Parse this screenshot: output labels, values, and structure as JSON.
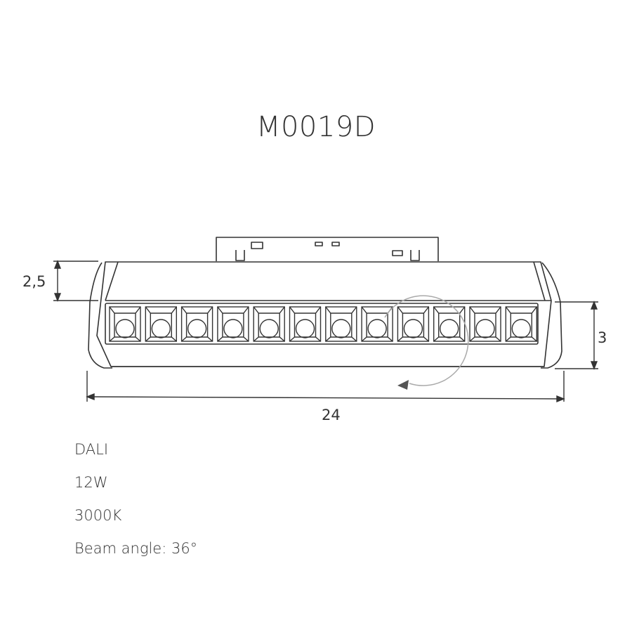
{
  "title": "M0019D",
  "dimensions": {
    "height_top": "2,5",
    "height_side": "3",
    "length": "24"
  },
  "led_count": 12,
  "specs": [
    "DALI",
    "12W",
    "3000K",
    "Beam angle: 36°"
  ],
  "colors": {
    "line": "#333333",
    "rotation_arc": "#aaaaaa",
    "background": "#ffffff"
  }
}
